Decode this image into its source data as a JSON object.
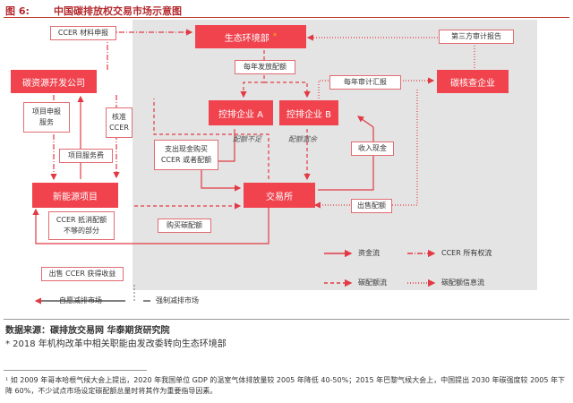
{
  "figure": {
    "number": "图 6:",
    "title": "中国碳排放权交易市场示意图"
  },
  "nodes": {
    "env": "生态环境部",
    "env_mark": "*",
    "carbon_dev": "碳资源开发公司",
    "new_energy": "新能源项目",
    "ctrl_a": "控排企业 A",
    "ctrl_b": "控排企业 B",
    "exchange": "交易所",
    "verify": "碳核查企业"
  },
  "labels": {
    "ccer_apply": "CCER 材料申报",
    "third_party": "第三方审计报告",
    "annual_quota": "每年发放配额",
    "annual_audit": "每年审计汇报",
    "project_apply": "项目申报\n服务",
    "approve": "核准\nCCER",
    "project_fee": "项目服务费",
    "pay_cash": "支出现金购买\nCCER 或者配额",
    "receive_cash": "收入现金",
    "sell_quota": "出售配额",
    "ccer_offset": "CCER 抵消配额\n不够的部分",
    "buy_quota": "购买碳配额",
    "sell_ccer": "出售 CCER 获得收益"
  },
  "notes": {
    "short": "配额不足",
    "rich": "配额富余"
  },
  "markets": {
    "voluntary": "自愿减排市场",
    "mandatory": "强制减排市场"
  },
  "legend": {
    "fund": "资金流",
    "ccer_right": "CCER 所有权流",
    "quota": "碳配额流",
    "quota_info": "碳配额信息流"
  },
  "source": "数据来源：碳排放交易网    华泰期货研究院",
  "note": "* 2018 年机构改革中相关职能由发改委转向生态环境部",
  "footnote": "¹ 如 2009 年哥本哈根气候大会上提出，2020 年我国单位 GDP 的温室气体排放量较 2005 年降低 40-50%；2015 年巴黎气候大会上，中国提出 2030 年碳强度较 2005 年下降 60%，不少试点市场设定碳配额总量时将其作为重要指导因素。",
  "colors": {
    "accent": "#f0434e",
    "arrow": "#e23a44",
    "panel": "#e4e4e4"
  }
}
